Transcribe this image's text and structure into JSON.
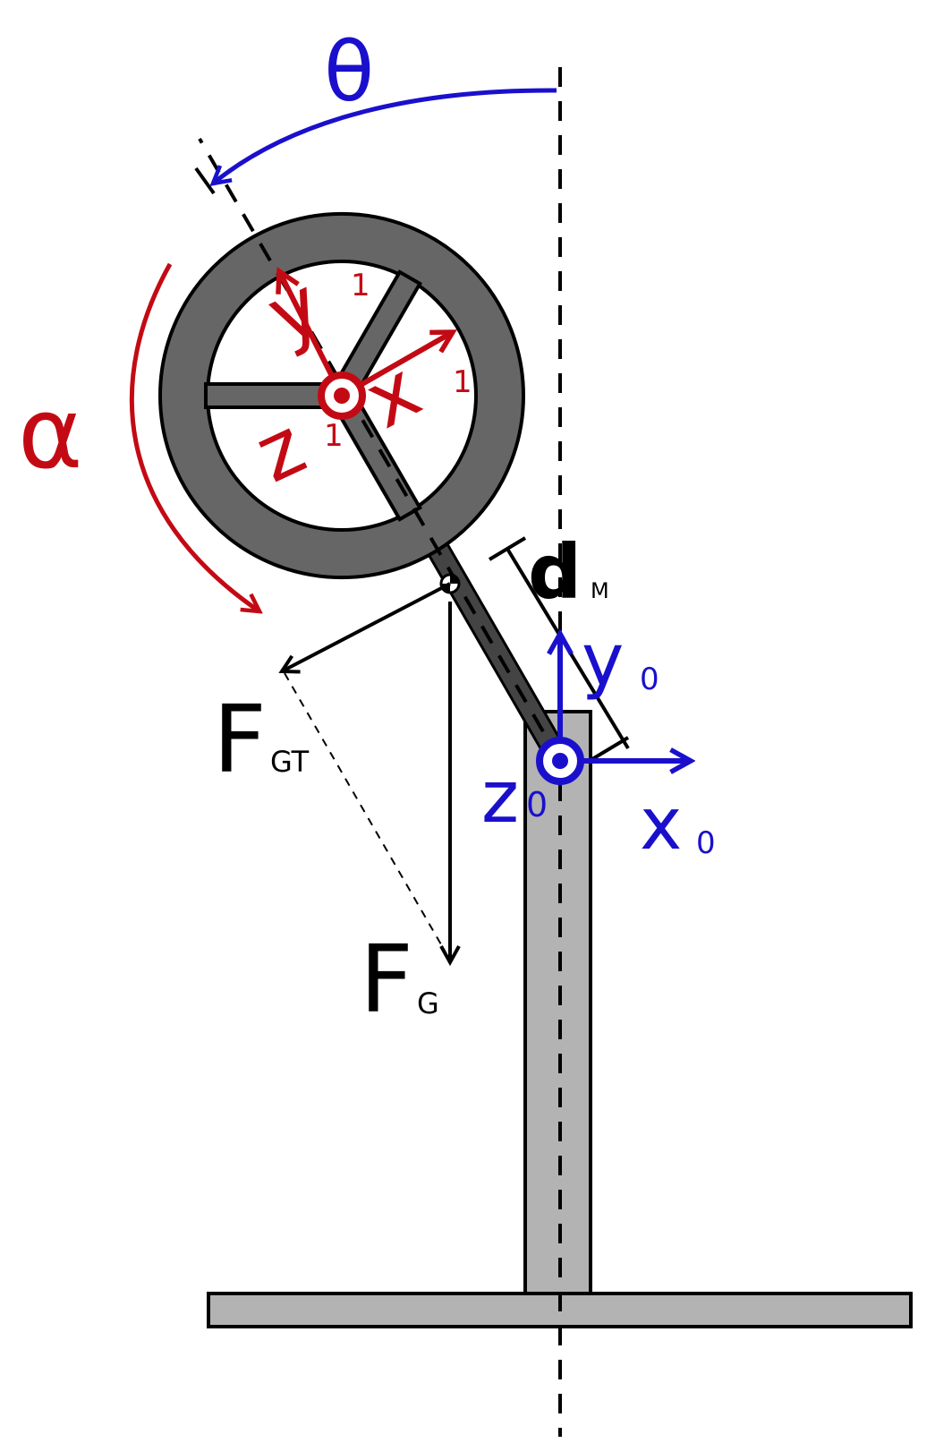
{
  "colors": {
    "frame0": "#1a10cc",
    "frame1": "#c30a14",
    "force": "#000000",
    "wheel": "#666666",
    "stand": "#b3b3b3",
    "arm": "#444444"
  },
  "labels": {
    "theta": "θ",
    "alpha": "α",
    "y1": "y",
    "y1_sub": "1",
    "x1": "x",
    "x1_sub": "1",
    "z1": "z",
    "z1_sub": "1",
    "dM": "d",
    "dM_sub": "M",
    "y0": "y",
    "y0_sub": "0",
    "x0": "x",
    "x0_sub": "0",
    "z0": "z",
    "z0_sub": "0",
    "FGT": "F",
    "FGT_sub": "GT",
    "FG": "F",
    "FG_sub": "G"
  }
}
